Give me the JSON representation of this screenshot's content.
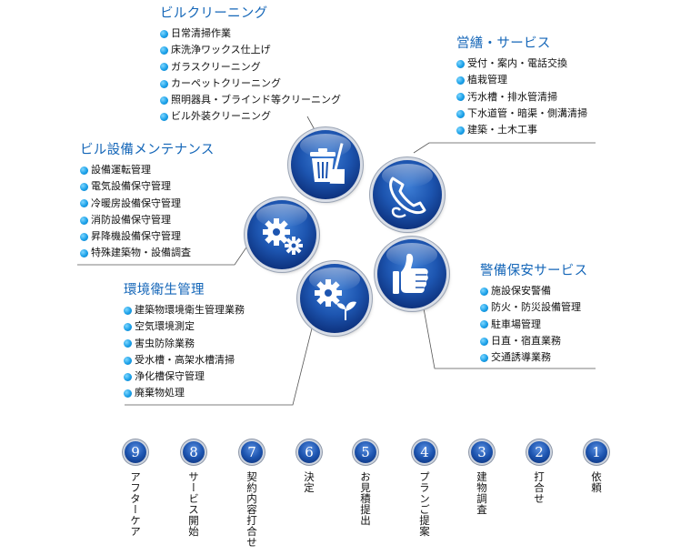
{
  "groups": {
    "building_cleaning": {
      "title": "ビルクリーニング",
      "items": [
        "日常清掃作業",
        "床洗浄ワックス仕上げ",
        "ガラスクリーニング",
        "カーペットクリーニング",
        "照明器具・ブラインド等クリーニング",
        "ビル外装クリーニング"
      ]
    },
    "repair_service": {
      "title": "営繕・サービス",
      "items": [
        "受付・案内・電話交換",
        "植栽管理",
        "汚水槽・排水管清掃",
        "下水道管・暗渠・側溝清掃",
        "建築・土木工事"
      ]
    },
    "equipment_maintenance": {
      "title": "ビル設備メンテナンス",
      "items": [
        "設備運転管理",
        "電気設備保守管理",
        "冷暖房設備保守管理",
        "消防設備保守管理",
        "昇降機設備保守管理",
        "特殊建築物・設備調査"
      ]
    },
    "security_service": {
      "title": "警備保安サービス",
      "items": [
        "施設保安警備",
        "防火・防災設備管理",
        "駐車場管理",
        "日直・宿直業務",
        "交通誘導業務"
      ]
    },
    "environmental_hygiene": {
      "title": "環境衛生管理",
      "items": [
        "建築物環境衛生管理業務",
        "空気環境測定",
        "害虫防除業務",
        "受水槽・高架水槽清掃",
        "浄化槽保守管理",
        "廃棄物処理"
      ]
    }
  },
  "icons": {
    "cleaning": "trash-bin-broom-icon",
    "phone": "telephone-handset-icon",
    "gears": "gears-icon",
    "thumbs_up": "thumbs-up-icon",
    "eco_gear": "gear-leaf-icon"
  },
  "flow_steps": [
    {
      "number": "9",
      "label": "アフターケア"
    },
    {
      "number": "8",
      "label": "サービス開始"
    },
    {
      "number": "7",
      "label": "契約内容打合せ"
    },
    {
      "number": "6",
      "label": "決定"
    },
    {
      "number": "5",
      "label": "お見積提出"
    },
    {
      "number": "4",
      "label": "プランご提案"
    },
    {
      "number": "3",
      "label": "建物調査"
    },
    {
      "number": "2",
      "label": "打合せ"
    },
    {
      "number": "1",
      "label": "依頼"
    }
  ],
  "colors": {
    "title_blue": "#1466b8",
    "circle_blue": "#1d55b0",
    "bullet_blue": "#1aa0e8"
  }
}
